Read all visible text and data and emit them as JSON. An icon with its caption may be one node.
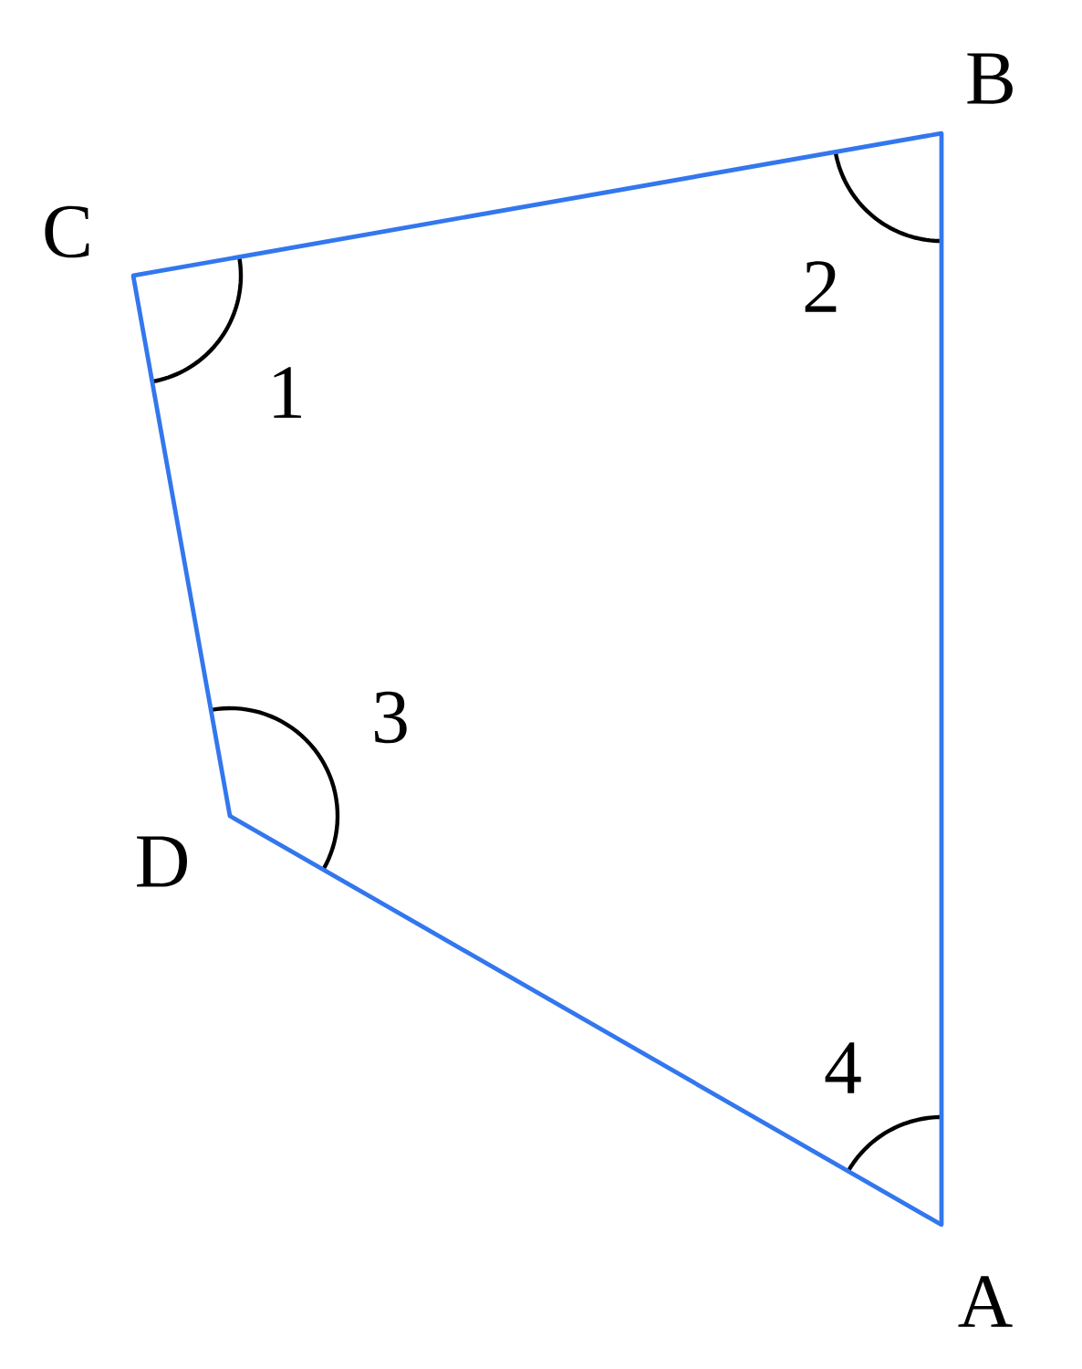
{
  "diagram": {
    "nodes": [
      {
        "text": [
          "B"
        ]
      },
      {
        "text": [
          "C"
        ]
      },
      {
        "text": [
          "D"
        ]
      },
      {
        "text": [
          "A"
        ]
      }
    ],
    "edges": [
      {
        "from": 1,
        "to": 0,
        "arrow": "none"
      },
      {
        "from": 0,
        "to": 3,
        "arrow": "none"
      },
      {
        "from": 3,
        "to": 2,
        "arrow": "none"
      },
      {
        "from": 2,
        "to": 1,
        "arrow": "none"
      }
    ],
    "labels": [
      "2",
      "1",
      "3",
      "4"
    ]
  }
}
